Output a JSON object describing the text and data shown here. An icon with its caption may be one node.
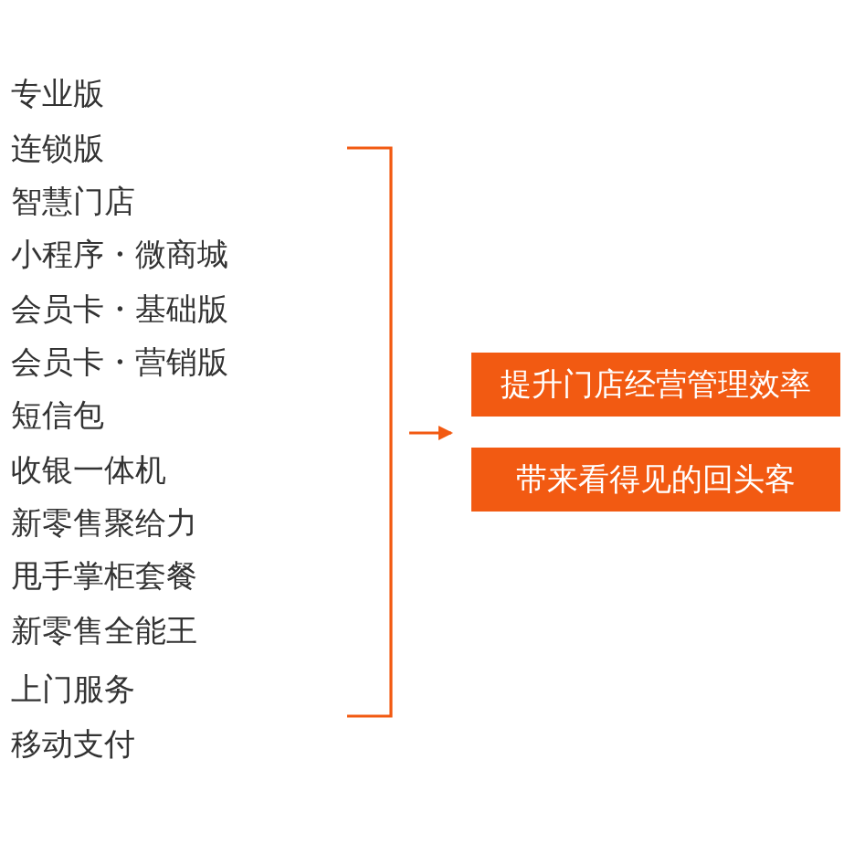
{
  "diagram": {
    "nodes": [
      {
        "text": [],
        "shape": "bracket"
      },
      {
        "text": [
          "提升门店经营管理效率"
        ]
      },
      {
        "text": [
          "带来看得见的回头客"
        ]
      }
    ],
    "edges": [
      {
        "from": 0,
        "to": 1,
        "arrow": "to"
      }
    ],
    "labels": [
      "专业版",
      "连锁版",
      "智慧门店",
      "小程序・微商城",
      "会员卡・基础版",
      "会员卡・营销版",
      "短信包",
      "收银一体机",
      "新零售聚给力",
      "甩手掌柜套餐",
      "新零售全能王",
      "上门服务",
      "移动支付"
    ]
  }
}
